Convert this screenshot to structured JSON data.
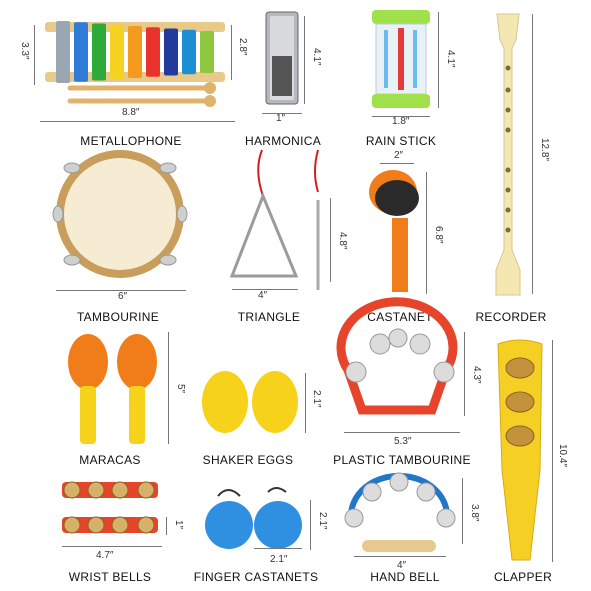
{
  "instruments": [
    {
      "label": "METALLOPHONE",
      "dims": [
        "8.8″",
        "3.3″",
        "2.8″"
      ]
    },
    {
      "label": "HARMONICA",
      "dims": [
        "1″",
        "4.1″"
      ]
    },
    {
      "label": "RAIN STICK",
      "dims": [
        "1.8″",
        "4.1″"
      ]
    },
    {
      "label": "RECORDER",
      "dims": [
        "12.8″"
      ]
    },
    {
      "label": "TAMBOURINE",
      "dims": [
        "6″"
      ]
    },
    {
      "label": "TRIANGLE",
      "dims": [
        "4″",
        "4.8″"
      ]
    },
    {
      "label": "CASTANET",
      "dims": [
        "2″",
        "6.8″"
      ]
    },
    {
      "label": "MARACAS",
      "dims": [
        "5″"
      ]
    },
    {
      "label": "SHAKER EGGS",
      "dims": [
        "2.1″"
      ]
    },
    {
      "label": "PLASTIC TAMBOURINE",
      "dims": [
        "5.3″",
        "4.3″"
      ]
    },
    {
      "label": "CLAPPER",
      "dims": [
        "10.4″"
      ]
    },
    {
      "label": "WRIST BELLS",
      "dims": [
        "4.7″",
        "1″"
      ]
    },
    {
      "label": "FINGER CASTANETS",
      "dims": [
        "2.1″",
        "2.1″"
      ]
    },
    {
      "label": "HAND BELL",
      "dims": [
        "4″",
        "3.8″"
      ]
    }
  ],
  "colors": {
    "xylo_bars": [
      "#9aa6b2",
      "#2f7bd8",
      "#2eaa3a",
      "#f4d21f",
      "#f49a1c",
      "#e8322b",
      "#233a9c",
      "#1b8fd2",
      "#8dc63f"
    ],
    "wood": "#f1d9a3",
    "orange": "#f07d1a",
    "yellow": "#f6d21b",
    "red": "#e7442c",
    "blue": "#2276c9",
    "recorder": "#f4e7b1"
  }
}
